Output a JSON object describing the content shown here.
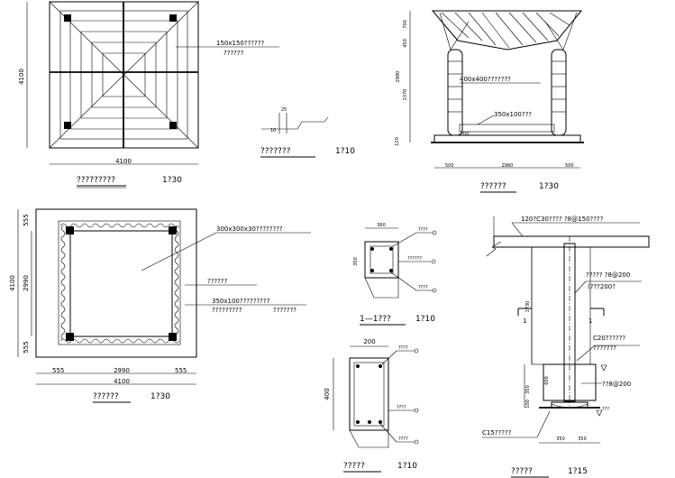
{
  "roof_plan": {
    "dim_top": "4100",
    "dim_left": "4100",
    "note": "150x150??????",
    "note_2": "??????",
    "title": "?????????",
    "scale": "1?30"
  },
  "small_detail": {
    "label_a": "25",
    "label_b": "10",
    "title": "???????",
    "scale": "1?10"
  },
  "elevation": {
    "dim_total": "2980",
    "dim_1": "700",
    "dim_2": "450",
    "dim_3": "2370",
    "dim_4": "120",
    "col_label": "400x400???????",
    "beam_label": "350x100???",
    "dim_bottom": "2960",
    "dim_left_foot": "500",
    "dim_right_foot": "500",
    "ground_dim": "200",
    "title": "??????",
    "scale": "1?30"
  },
  "floor_plan": {
    "dim_left_top": "555",
    "dim_left_total": "4100",
    "dim_left_mid": "2990",
    "dim_left_bottom": "555",
    "label_slab": "300x300x30????????",
    "label_border": "??????",
    "label_beam": "350x100?????????",
    "label_beam_2": "?????????",
    "label_beam_3": "???????",
    "dim_bot_left": "555",
    "dim_bot_mid": "2990",
    "dim_bot_right": "555",
    "dim_bot_total": "4100",
    "title": "??????",
    "scale": "1?30"
  },
  "section_11": {
    "dim_w": "360",
    "dim_h": "350",
    "rebar_1": "????",
    "rebar_2": "??????",
    "rebar_3": "????",
    "title": "1—1???",
    "scale": "1?10"
  },
  "section_beam": {
    "dim_w": "200",
    "dim_h": "400",
    "rebar_1": "????",
    "rebar_2": "????",
    "rebar_3": "????",
    "title": "?????",
    "scale": "1?10"
  },
  "column_detail": {
    "top_note": "120?C30????  ?8@150????",
    "dim_col_height": "1730",
    "note_col": "?????    ?8@200",
    "note_col_2": "(???200?",
    "note_found": "C20??????",
    "note_found_2": "???????",
    "note_found_3": "??8@200",
    "dim_found_1": "600",
    "dim_found_2": "350",
    "dim_found_3": "100",
    "note_bottom": "???",
    "note_c15": "C15?????",
    "dim_base_1": "350",
    "dim_base_2": "350",
    "section_mark": "1",
    "title": "?????",
    "scale": "1?15"
  }
}
